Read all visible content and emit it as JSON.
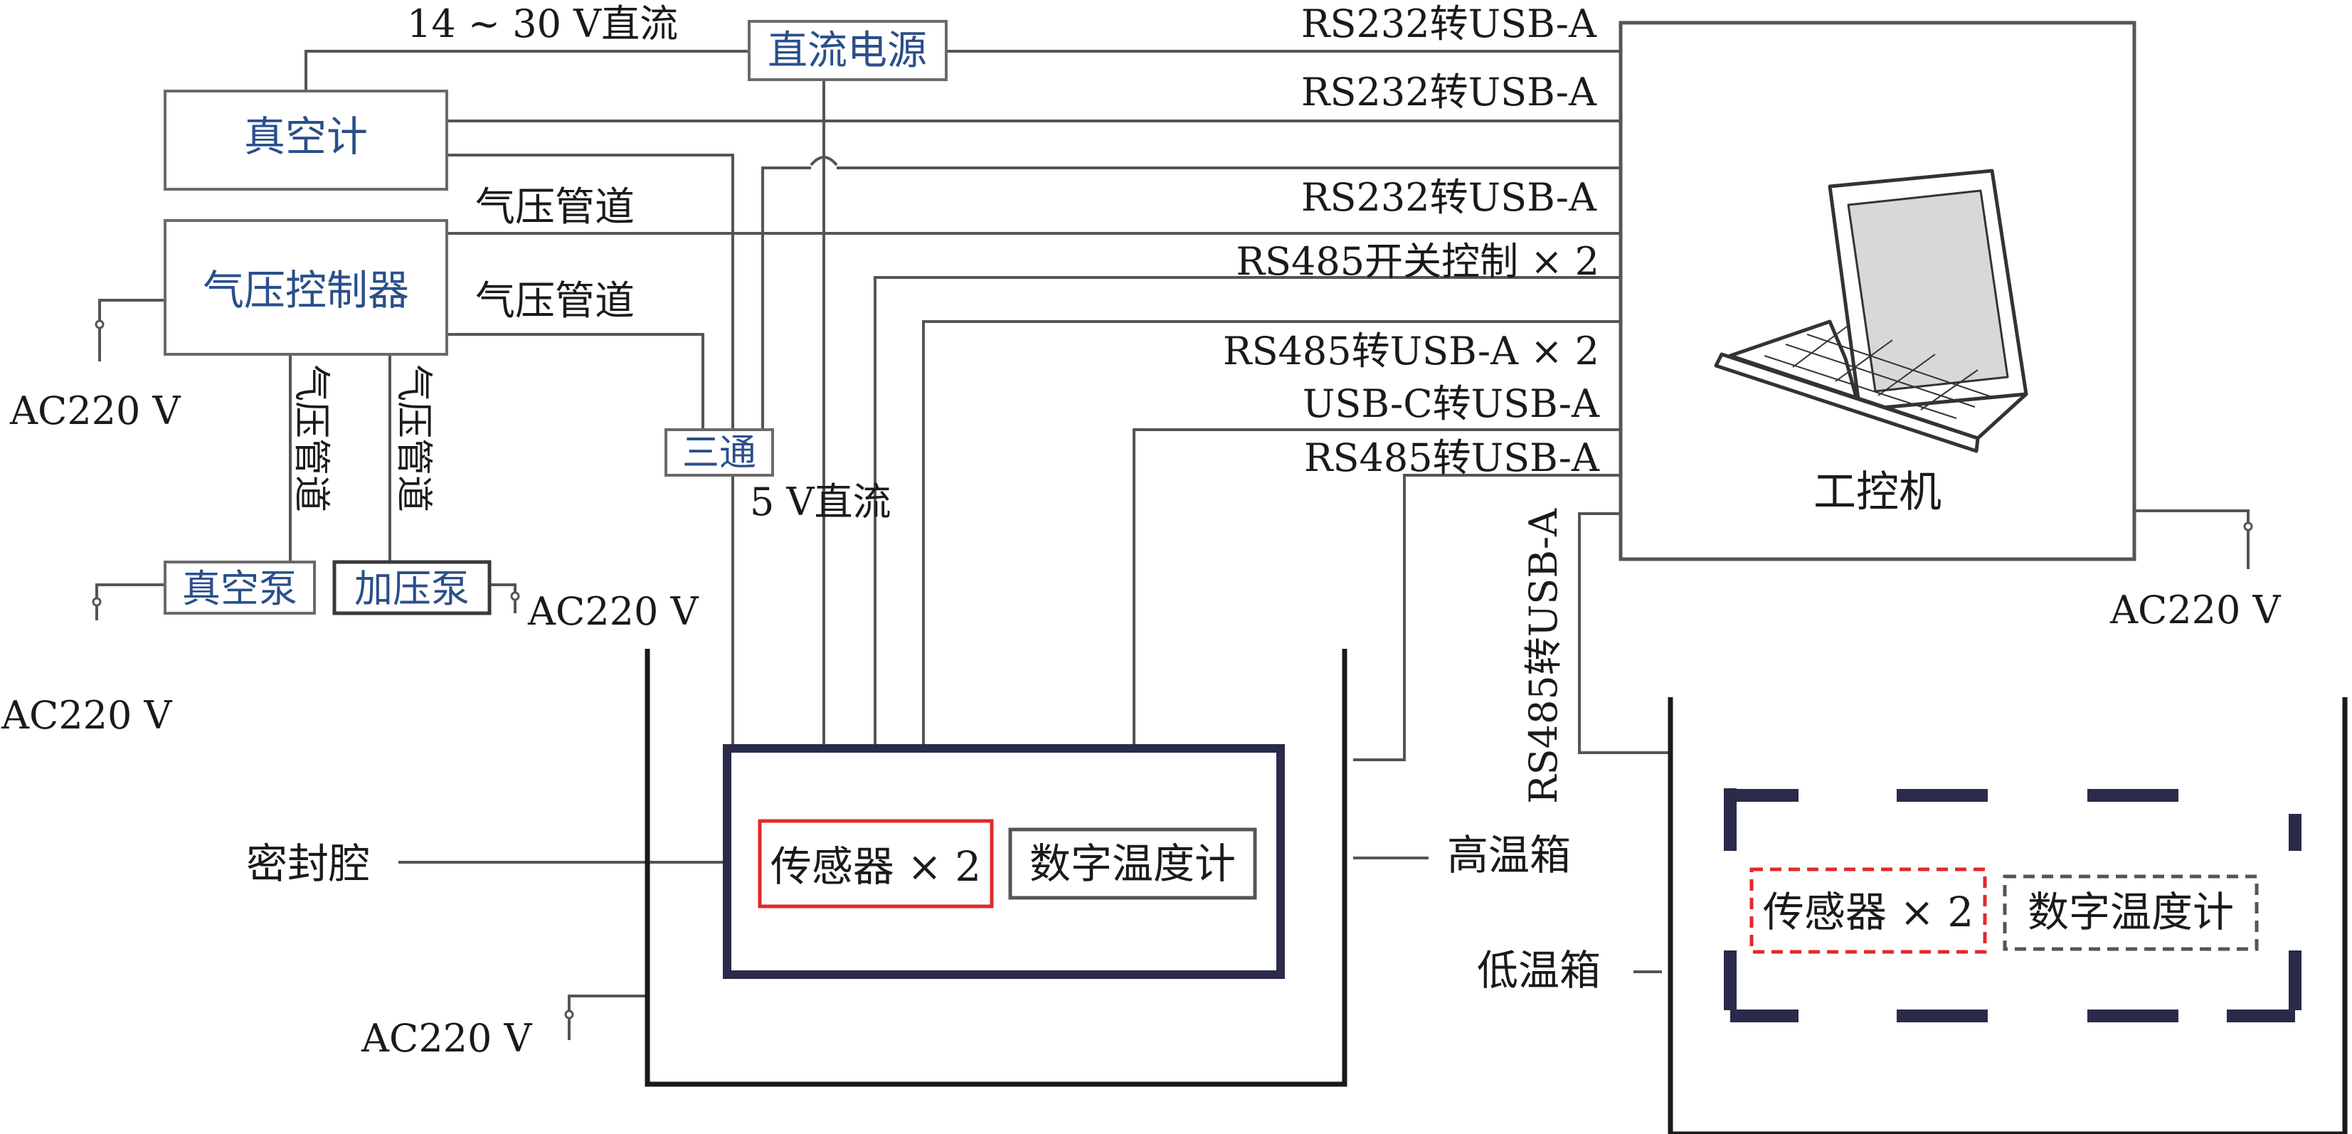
{
  "colors": {
    "line": "#555555",
    "box_border": "#6a6a6a",
    "component_text": "#2a4f8a",
    "chamber_border": "#2a2a4a",
    "sensor_border": "#e02a2a"
  },
  "components": {
    "vacuum_gauge": "真空计",
    "dc_power": "直流电源",
    "pressure_controller": "气压控制器",
    "tee": "三通",
    "vacuum_pump": "真空泵",
    "pressure_pump": "加压泵",
    "sealed_chamber": "密封腔",
    "sensor_high": "传感器 × 2",
    "thermometer_high": "数字温度计",
    "sensor_low": "传感器 × 2",
    "thermometer_low": "数字温度计",
    "high_temp_chamber": "高温箱",
    "low_temp_chamber": "低温箱",
    "ipc": "工控机"
  },
  "labels": {
    "dc_14_30": "14 ~ 30 V直流",
    "rs232_1": "RS232转USB-A",
    "rs232_2": "RS232转USB-A",
    "rs232_3": "RS232转USB-A",
    "rs485_switch": "RS485开关控制 × 2",
    "rs485_usb_x2": "RS485转USB-A × 2",
    "usbc_usba": "USB-C转USB-A",
    "rs485_usb": "RS485转USB-A",
    "rs485_usb_vertical": "RS485转USB-A",
    "air_pipe_1": "气压管道",
    "air_pipe_2": "气压管道",
    "air_pipe_v1": "气压管道",
    "air_pipe_v2": "气压管道",
    "dc_5v": "5 V直流",
    "ac_controller": "AC220 V",
    "ac_vacuum_pump": "AC220 V",
    "ac_pressure_pump": "AC220 V",
    "ac_high_temp": "AC220 V",
    "ac_ipc": "AC220 V"
  }
}
